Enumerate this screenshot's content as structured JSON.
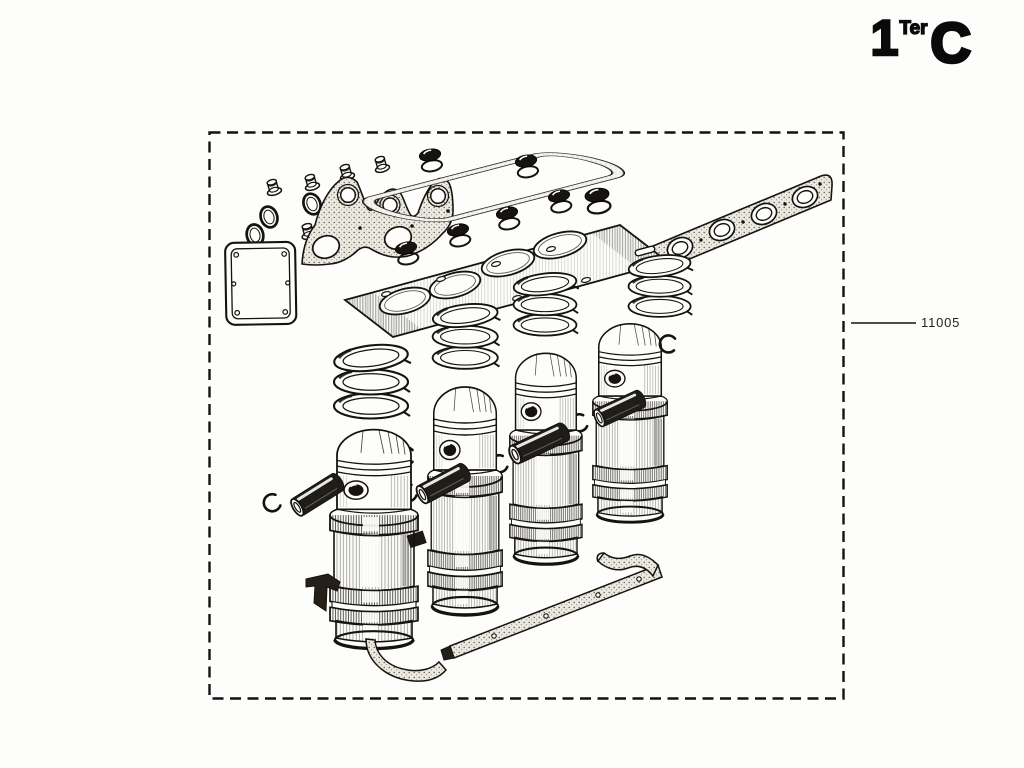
{
  "page": {
    "paper_color": "#fdfdfb",
    "ink_color": "#15130f"
  },
  "logo": {
    "part1": "1",
    "part2": "Ter",
    "part3": "C",
    "color": "#0a0a0a"
  },
  "callout": {
    "part_number": "11005"
  },
  "figure": {
    "border_style": "dashed",
    "parts": [
      "bolts-and-washers",
      "o-rings",
      "side-cover-gasket",
      "intake-manifold-gasket",
      "valve-cover-gasket",
      "sealing-grommets",
      "cylinder-head-gasket",
      "exhaust-manifold-gasket",
      "piston-ring-sets",
      "pistons-with-cylinder-liners",
      "wrist-pins",
      "circlips",
      "oil-pan-gasket-set"
    ]
  }
}
